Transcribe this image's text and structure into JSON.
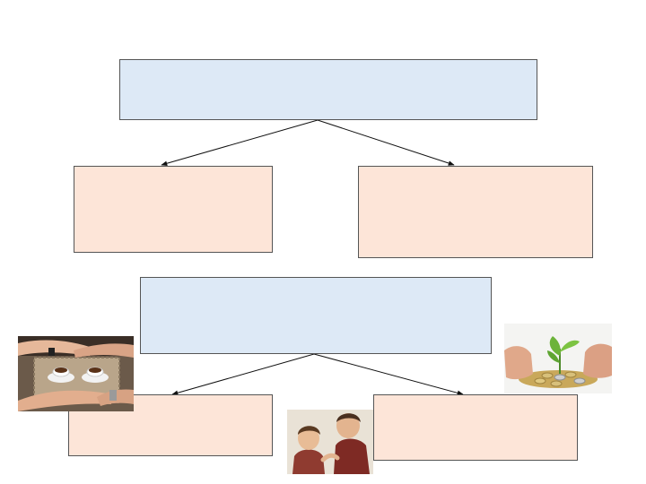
{
  "diagram": {
    "top_group": {
      "root_label": "",
      "left_child_label": "",
      "right_child_label": ""
    },
    "bottom_group": {
      "root_label": "",
      "left_child_label": "",
      "right_child_label": ""
    }
  },
  "images": [
    {
      "name": "coffee-cups-hands-photo",
      "description": ""
    },
    {
      "name": "coins-plant-hands-photo",
      "description": ""
    },
    {
      "name": "parent-child-illustration",
      "description": ""
    }
  ],
  "colors": {
    "root_fill": "#dde9f6",
    "child_fill": "#fde5d8",
    "border": "#555555",
    "arrow": "#111111"
  }
}
